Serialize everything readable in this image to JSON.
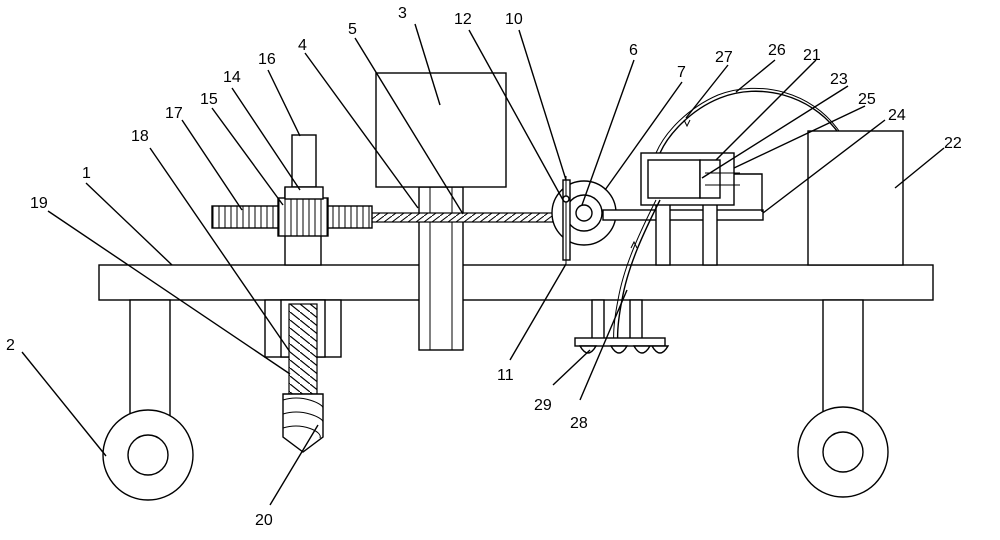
{
  "labels": {
    "l1": "1",
    "l2": "2",
    "l3": "3",
    "l4": "4",
    "l5": "5",
    "l6": "6",
    "l7": "7",
    "l10": "10",
    "l11": "11",
    "l12": "12",
    "l14": "14",
    "l15": "15",
    "l16": "16",
    "l17": "17",
    "l18": "18",
    "l19": "19",
    "l20": "20",
    "l21": "21",
    "l22": "22",
    "l23": "23",
    "l24": "24",
    "l25": "25",
    "l26": "26",
    "l27": "27",
    "l28": "28",
    "l29": "29"
  }
}
